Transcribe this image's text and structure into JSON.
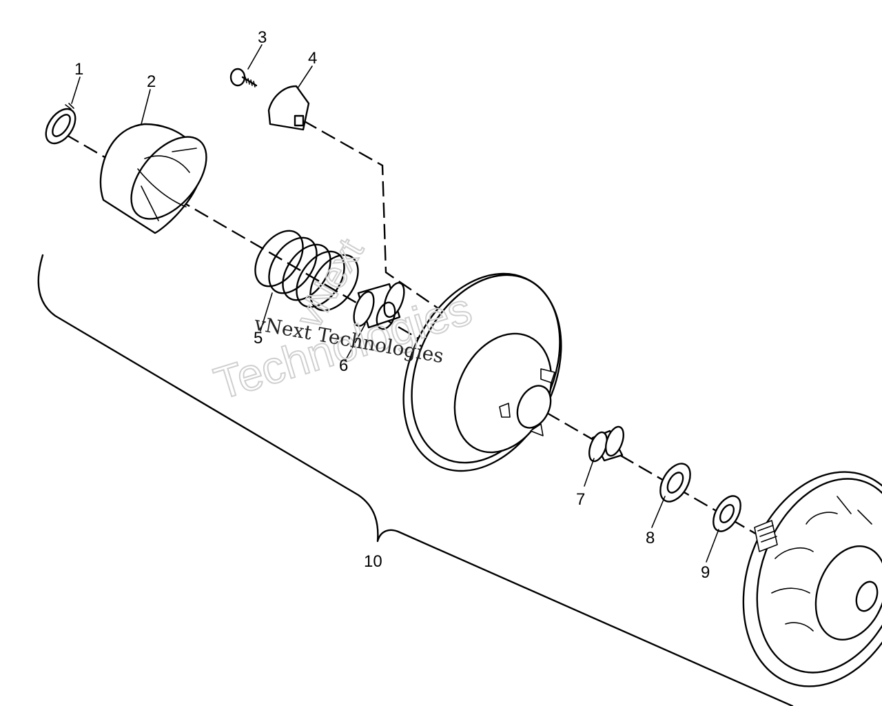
{
  "diagram": {
    "callouts": {
      "c1": "1",
      "c2": "2",
      "c3": "3",
      "c4": "4",
      "c5": "5",
      "c6": "6",
      "c7": "7",
      "c8": "8",
      "c9": "9",
      "c10": "10"
    },
    "watermark": {
      "text_serif": "vNext Technologies",
      "outline_line1": "vNext",
      "outline_line2": "Technologies"
    }
  }
}
